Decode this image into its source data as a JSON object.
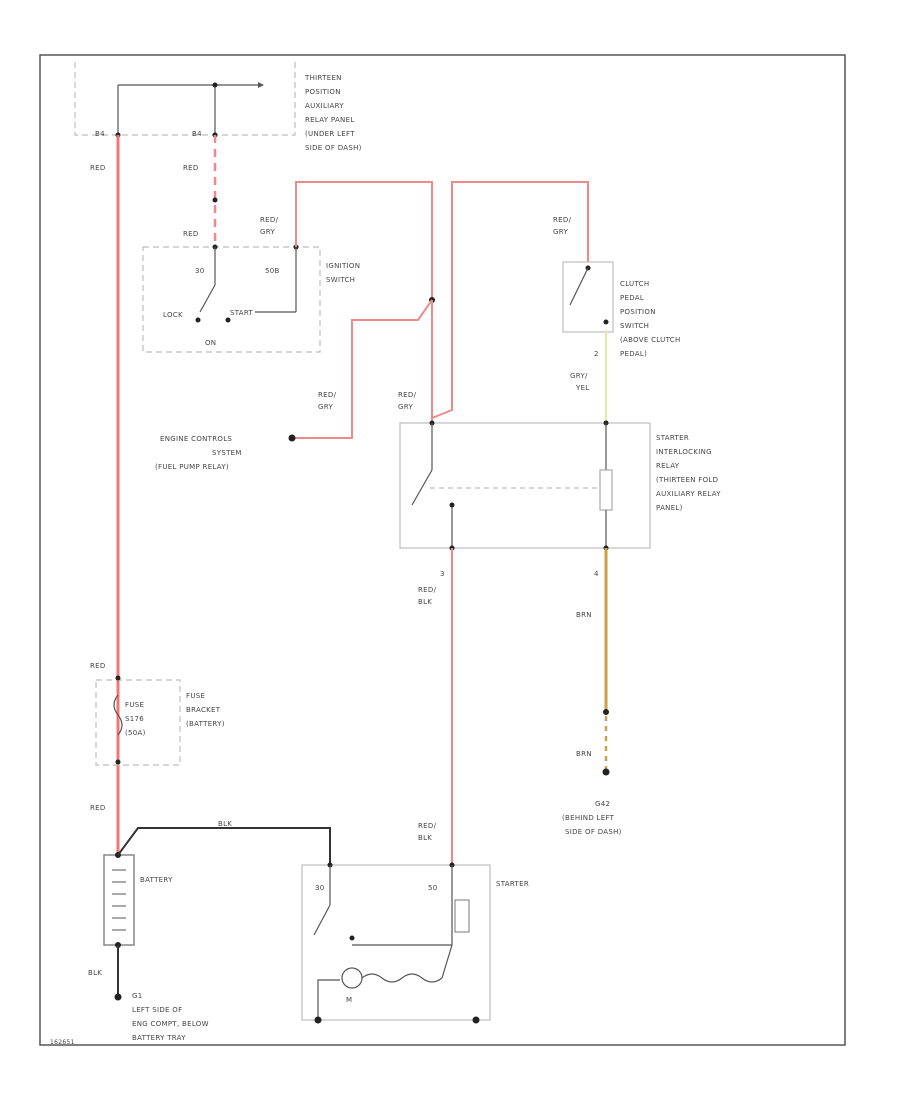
{
  "labels": {
    "thirteen_panel": [
      "THIRTEEN",
      "POSITION",
      "AUXILIARY",
      "RELAY PANEL",
      "(UNDER LEFT",
      "SIDE OF DASH)"
    ],
    "pin_b4_left": "B4",
    "pin_b4_right": "B4",
    "wire_red_top": "RED",
    "wire_red_fuse": "RED",
    "wire_red_ign": "RED",
    "wire_red_gry_ign": [
      "RED/",
      "GRY"
    ],
    "pin_30": "30",
    "pin_50b": "50B",
    "ignition_switch": [
      "IGNITION",
      "SWITCH"
    ],
    "lock": "LOCK",
    "start": "START",
    "on": "ON",
    "wire_red_gry_ecs": [
      "RED/",
      "GRY"
    ],
    "engine_controls": [
      "ENGINE CONTROLS",
      "SYSTEM",
      "(FUEL PUMP RELAY)"
    ],
    "wire_red_gry_rel": [
      "RED/",
      "GRY"
    ],
    "wire_red_gry_clutch": [
      "RED/",
      "GRY"
    ],
    "clutch_switch": [
      "CLUTCH",
      "PEDAL",
      "POSITION",
      "SWITCH",
      "(ABOVE CLUTCH",
      "PEDAL)"
    ],
    "pin_2": "2",
    "wire_gry_yel": [
      "GRY/",
      "YEL"
    ],
    "starter_relay": [
      "STARTER",
      "INTERLOCKING",
      "RELAY",
      "(THIRTEEN FOLD",
      "AUXILIARY RELAY",
      "PANEL)"
    ],
    "pin_3": "3",
    "pin_4": "4",
    "wire_red_blk_1": [
      "RED/",
      "BLK"
    ],
    "wire_brn_1": "BRN",
    "wire_brn_2": "BRN",
    "ground_g42": [
      "G42",
      "(BEHIND LEFT",
      "SIDE OF DASH)"
    ],
    "wire_red_top_fuse": "RED",
    "fuse": [
      "FUSE",
      "BRACKET",
      "(BATTERY)"
    ],
    "fuse_inner": [
      "FUSE",
      "S176",
      "(50A)"
    ],
    "wire_red_batt": "RED",
    "wire_blk_batt": "BLK",
    "wire_red_blk_2": [
      "RED/",
      "BLK"
    ],
    "battery": "BATTERY",
    "pin_30_starter": "30",
    "pin_50_starter": "50",
    "starter": "STARTER",
    "motor": "M",
    "wire_blk_ground": "BLK",
    "ground_g1": [
      "G1",
      "LEFT SIDE OF",
      "ENG COMPT, BELOW",
      "BATTERY TRAY"
    ],
    "figure_id": "162651"
  },
  "colors": {
    "red_wire": "#f08a8a",
    "black_wire": "#333333",
    "brown_wire": "#c9a24a",
    "gray_yellow_wire": "#e6eaa8",
    "frame": "#555555"
  }
}
